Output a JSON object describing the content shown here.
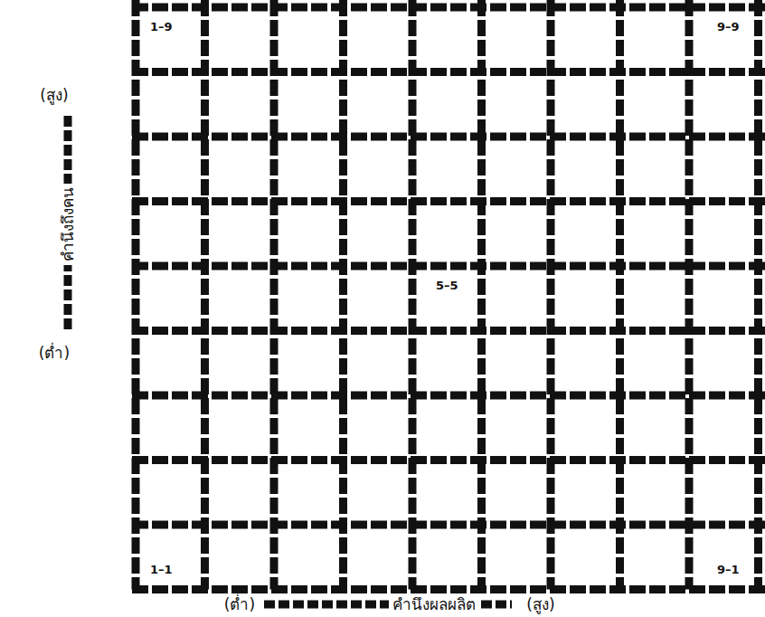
{
  "diagram": {
    "labels": [
      "(สูง)",
      "คำนึงถึงคน",
      "(ต่ำ)",
      "1–9",
      "9–9",
      "5–5",
      "1–1",
      "9–1",
      "(ต่ำ)",
      "คำนึงผลผลิต",
      "(สูง)"
    ]
  }
}
